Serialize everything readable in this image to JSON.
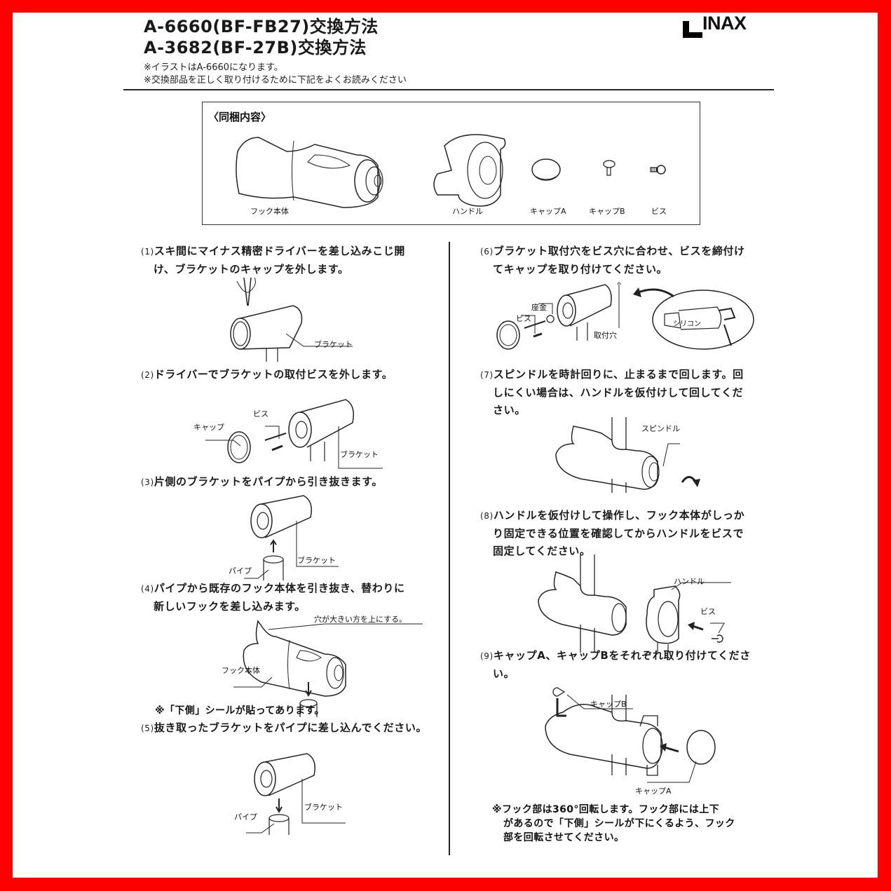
{
  "header": {
    "title_line1": "A-6660(BF-FB27)交換方法",
    "title_line2": "A-3682(BF-27B)交換方法",
    "note1": "※イラストはA-6660になります。",
    "note2": "※交換部品を正しく取り付けるために下記をよくお読みください",
    "brand": "INAX"
  },
  "contents_box": {
    "title": "〈同梱内容〉",
    "parts": [
      {
        "label": "フック本体"
      },
      {
        "label": "ハンドル"
      },
      {
        "label": "キャップA"
      },
      {
        "label": "キャップB"
      },
      {
        "label": "ビス"
      }
    ]
  },
  "steps": [
    {
      "num": "(1)",
      "line1": "スキ間にマイナス精密ドライバーを差し込みこじ開",
      "line2": "け、ブラケットのキャップを外します。",
      "labels": [
        "ブラケット"
      ]
    },
    {
      "num": "(2)",
      "line1": "ドライバーでブラケットの取付ビスを外します。",
      "labels": [
        "キャップ",
        "ビス",
        "ブラケット"
      ]
    },
    {
      "num": "(3)",
      "line1": "片側のブラケットをパイプから引き抜きます。",
      "labels": [
        "ブラケット",
        "パイプ"
      ]
    },
    {
      "num": "(4)",
      "line1": "パイプから既存のフック本体を引き抜き、替わりに",
      "line2": "新しいフックを差し込みます。",
      "labels": [
        "穴が大きい方を上にする。",
        "フック本体"
      ],
      "note": "※「下側」シールが貼ってあります。"
    },
    {
      "num": "(5)",
      "line1": "抜き取ったブラケットをパイプに差し込んでください。",
      "labels": [
        "ブラケット",
        "パイプ"
      ]
    },
    {
      "num": "(6)",
      "line1": "ブラケット取付穴をビス穴に合わせ、ビスを締付け",
      "line2": "てキャップを取り付けてください。",
      "labels": [
        "座金",
        "ビス",
        "取付穴",
        "シリコン"
      ]
    },
    {
      "num": "(7)",
      "line1": "スピンドルを時計回りに、止まるまで回します。回",
      "line2": "しにくい場合は、ハンドルを仮付けして回してくだ",
      "line3": "さい。",
      "labels": [
        "スピンドル"
      ]
    },
    {
      "num": "(8)",
      "line1": "ハンドルを仮付けして操作し、フック本体がしっか",
      "line2": "り固定できる位置を確認してからハンドルをビスで",
      "line3": "固定してください。",
      "labels": [
        "ハンドル",
        "ビス"
      ]
    },
    {
      "num": "(9)",
      "line1": "キャップA、キャップBをそれぞれ取り付けてくださ",
      "line2": "い。",
      "labels": [
        "キャップB",
        "キャップA"
      ]
    }
  ],
  "footer_note": {
    "line1": "※フック部は360°回転します。フック部には上下",
    "line2": "があるので「下側」シールが下にくるよう、フック",
    "line3": "部を回転させてください。"
  },
  "colors": {
    "border": "#ff0000",
    "ink": "#1a1a1a",
    "paper": "#ffffff"
  }
}
